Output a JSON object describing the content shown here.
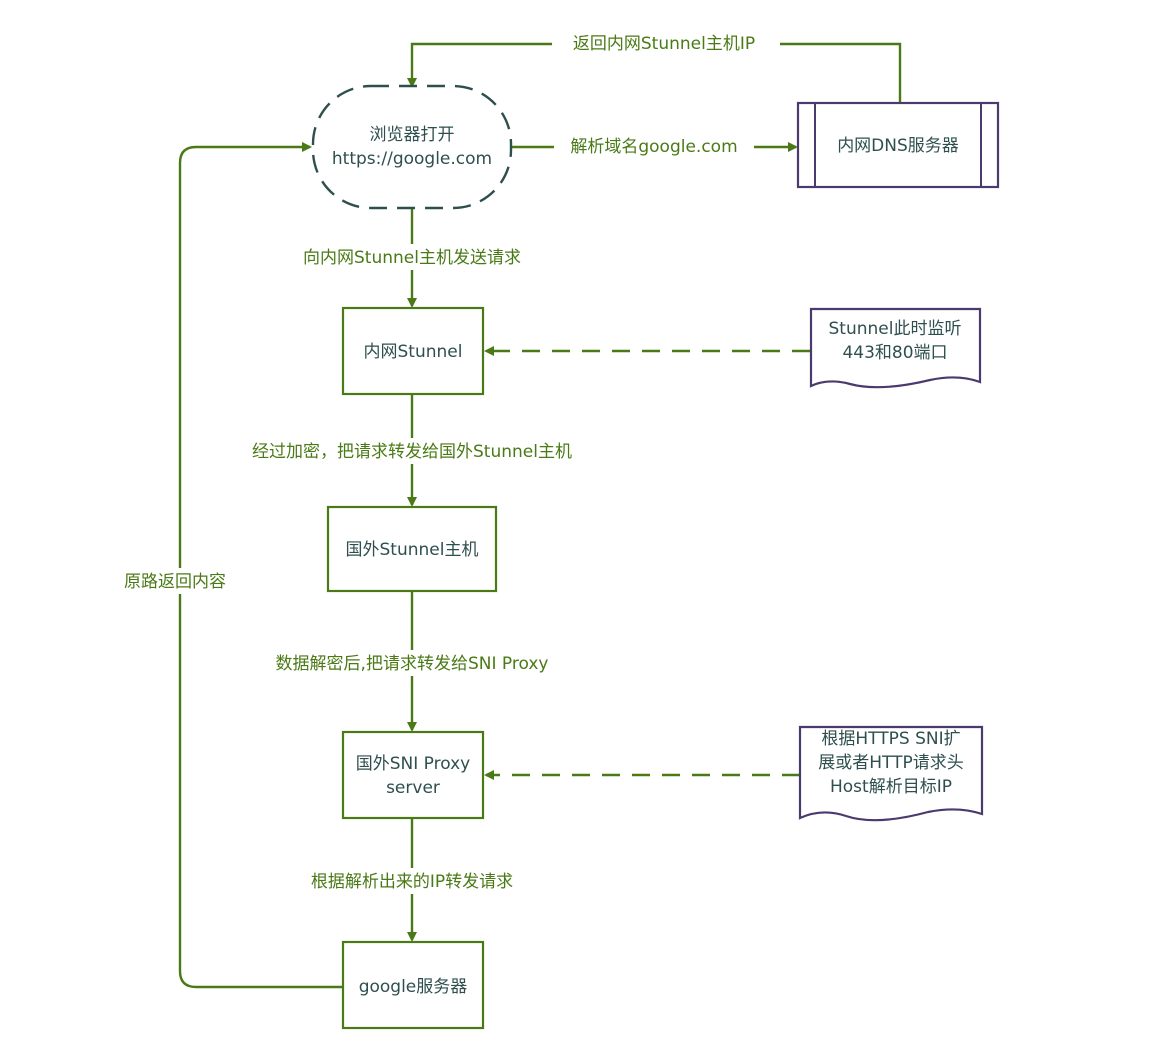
{
  "nodes": {
    "browser": [
      "浏览器打开",
      "https://google.com"
    ],
    "dns": [
      "内网DNS服务器"
    ],
    "local_stunnel": [
      "内网Stunnel"
    ],
    "note_listen": [
      "Stunnel此时监听",
      "443和80端口"
    ],
    "remote_stunnel": [
      "国外Stunnel主机"
    ],
    "sni_proxy": [
      "国外SNI Proxy",
      "server"
    ],
    "note_sni": [
      "根据HTTPS SNI扩",
      "展或者HTTP请求头",
      "Host解析目标IP"
    ],
    "google": [
      "google服务器"
    ]
  },
  "edges": {
    "dns_return": "返回内网Stunnel主机IP",
    "resolve": "解析域名google.com",
    "send_request": "向内网Stunnel主机发送请求",
    "encrypt_forward": "经过加密，把请求转发给国外Stunnel主机",
    "decrypt_forward": "数据解密后,把请求转发给SNI Proxy",
    "ip_forward": "根据解析出来的IP转发请求",
    "return_path": "原路返回内容"
  },
  "colors": {
    "edge": "#4a7a16",
    "node_border_green": "#4a7a16",
    "node_border_purple": "#4b3a6e",
    "browser_border": "#2f4f4f",
    "text_dark": "#2f4f4f"
  }
}
